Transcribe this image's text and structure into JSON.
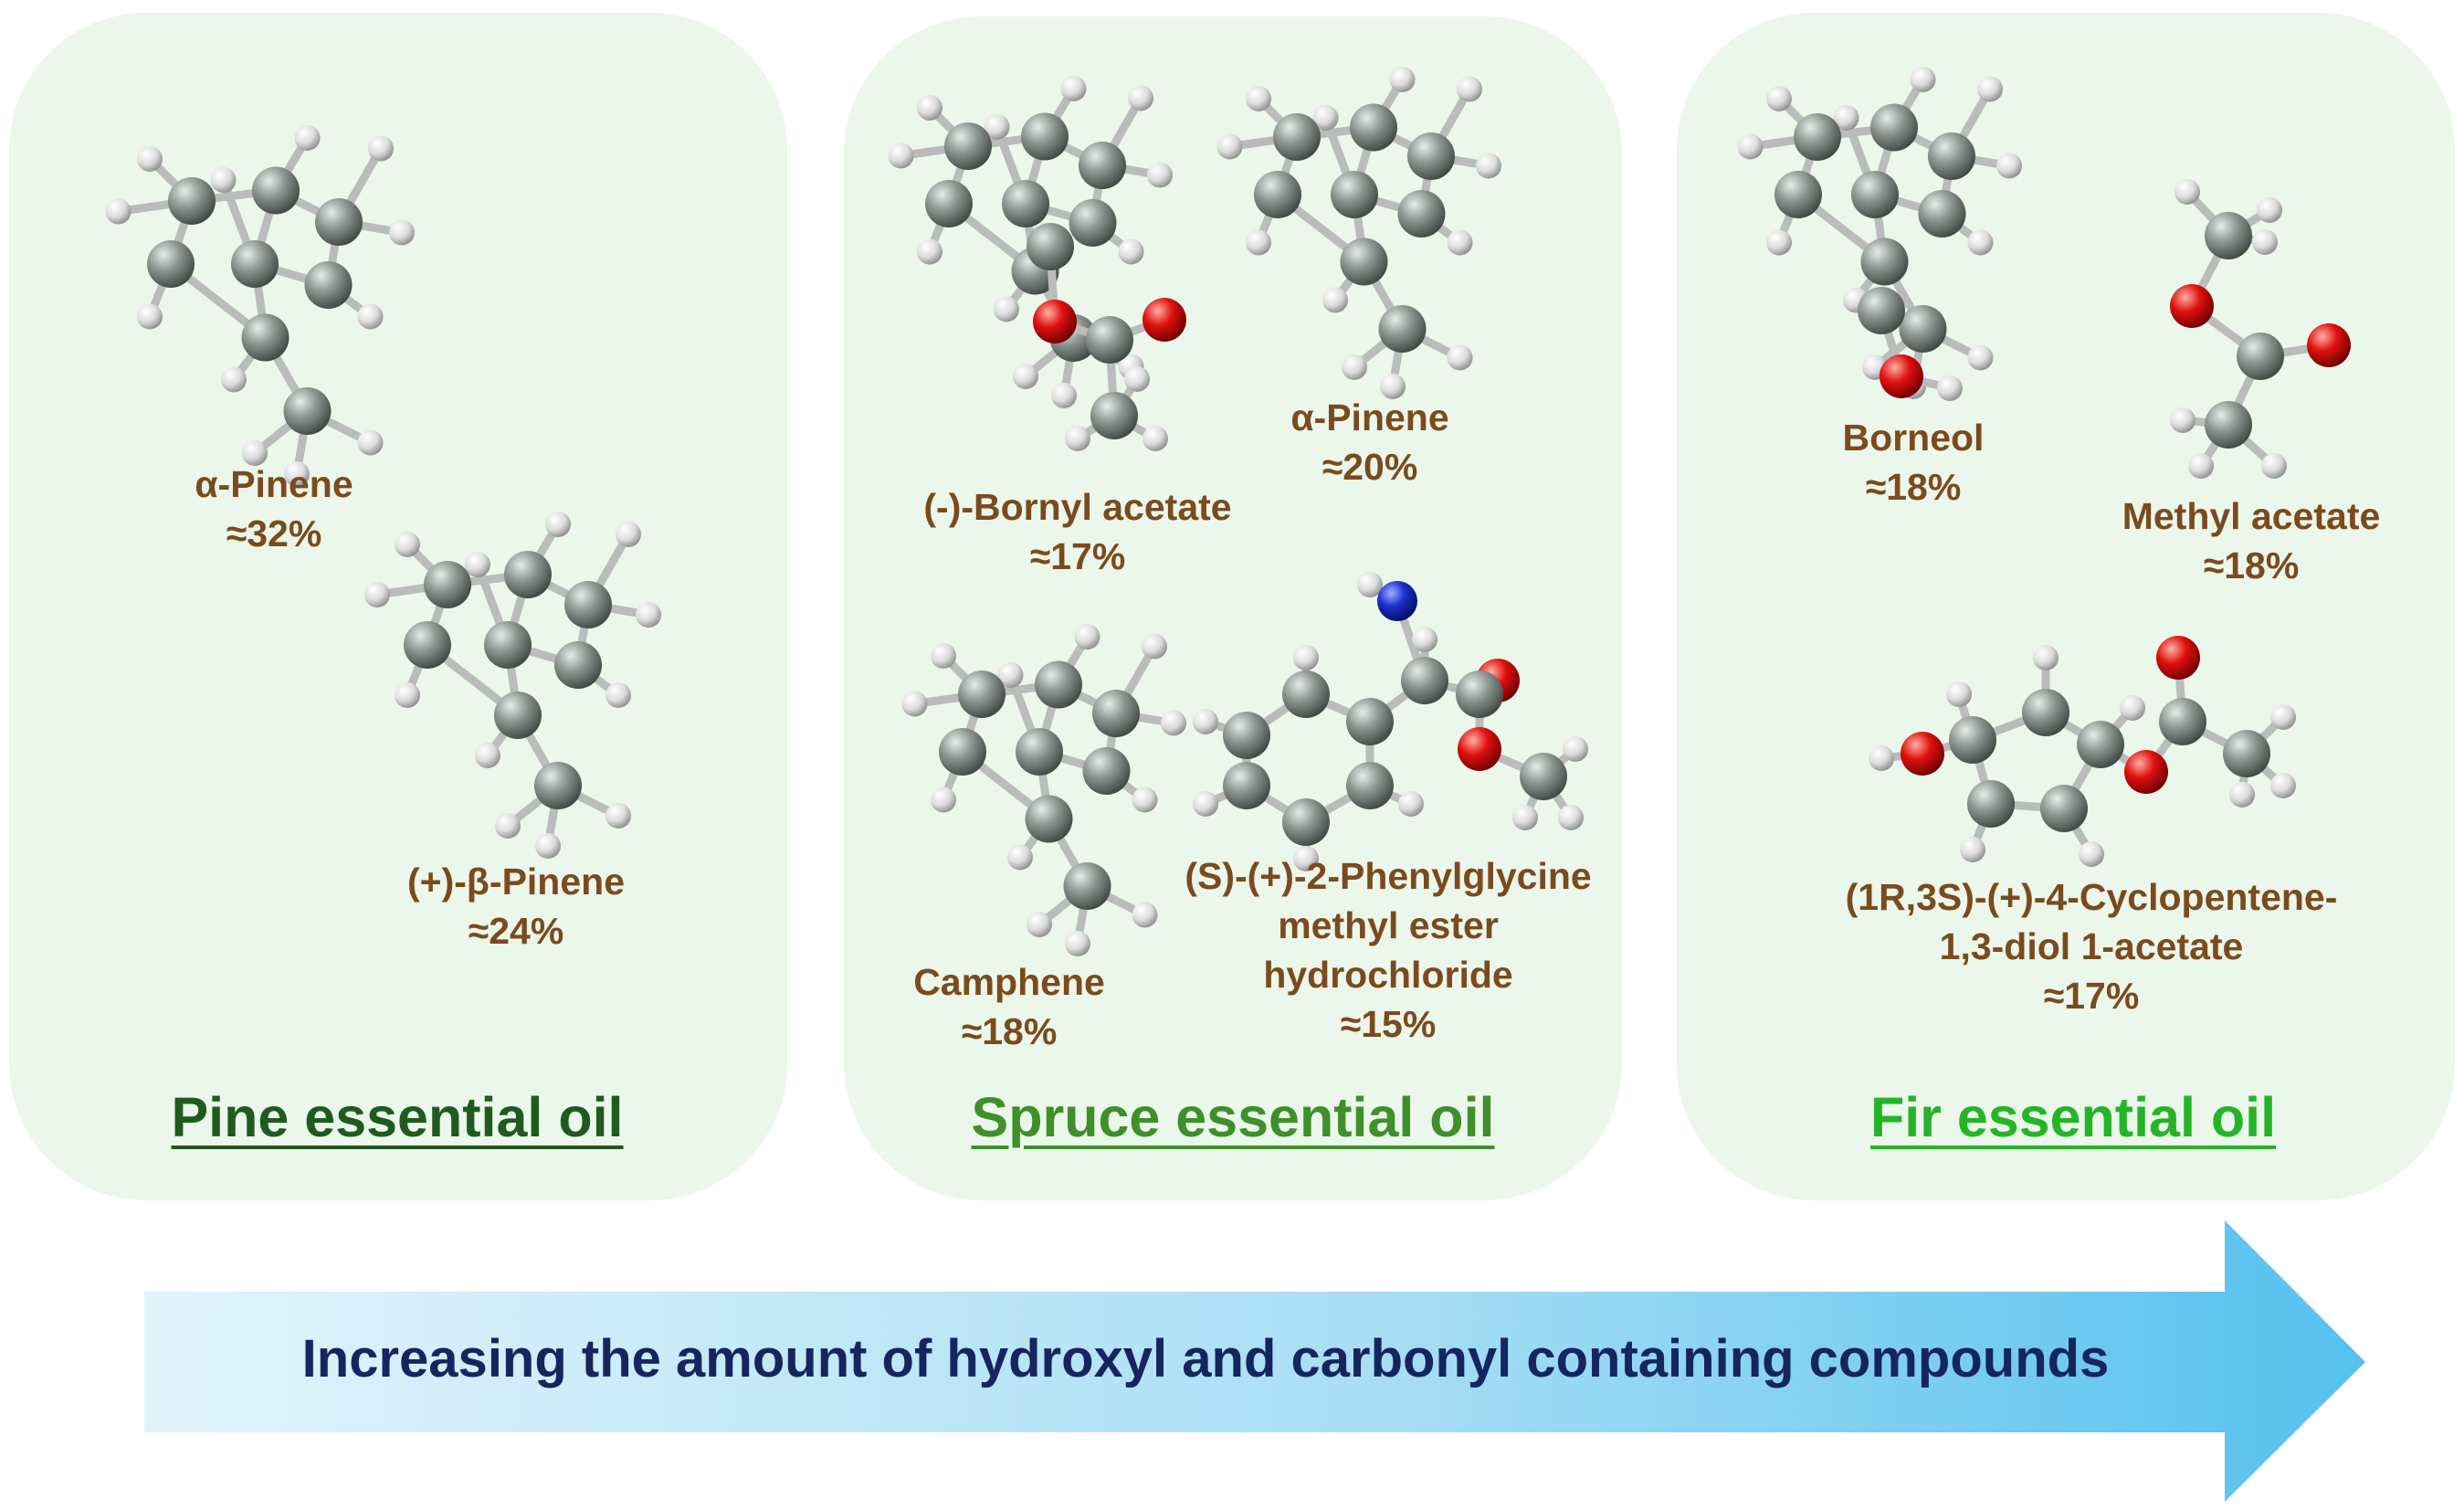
{
  "colors": {
    "panel_bg": "#eaf7ea",
    "label_text": "#7b4a1e",
    "pine_title": "#1f5a1f",
    "spruce_title": "#3f8f2a",
    "fir_title": "#27b327",
    "carbon_atom": "#8a948f",
    "hydrogen_atom": "#e6e6e6",
    "oxygen_atom": "#e01010",
    "nitrogen_atom": "#1a2fd0",
    "arrow_light": "#dff3fb",
    "arrow_dark": "#5ec4ee",
    "arrow_text": "#16255e"
  },
  "panels": {
    "pine": {
      "title": "Pine essential oil",
      "compounds": [
        {
          "name": "α-Pinene",
          "percent": "≈32%"
        },
        {
          "name": "(+)-β-Pinene",
          "percent": "≈24%"
        }
      ]
    },
    "spruce": {
      "title": "Spruce essential oil",
      "compounds": [
        {
          "name": "(-)-Bornyl acetate",
          "percent": "≈17%"
        },
        {
          "name": "α-Pinene",
          "percent": "≈20%"
        },
        {
          "name": "Camphene",
          "percent": "≈18%"
        },
        {
          "name_lines": [
            "(S)-(+)-2-Phenylglycine",
            "methyl ester",
            "hydrochloride"
          ],
          "percent": "≈15%"
        }
      ]
    },
    "fir": {
      "title": "Fir essential oil",
      "compounds": [
        {
          "name": "Borneol",
          "percent": "≈18%"
        },
        {
          "name": "Methyl acetate",
          "percent": "≈18%"
        },
        {
          "name_lines": [
            "(1R,3S)-(+)-4-Cyclopentene-",
            "1,3-diol 1-acetate"
          ],
          "percent": "≈17%"
        }
      ]
    }
  },
  "arrow": {
    "text": "Increasing the amount of hydroxyl and carbonyl containing compounds"
  }
}
